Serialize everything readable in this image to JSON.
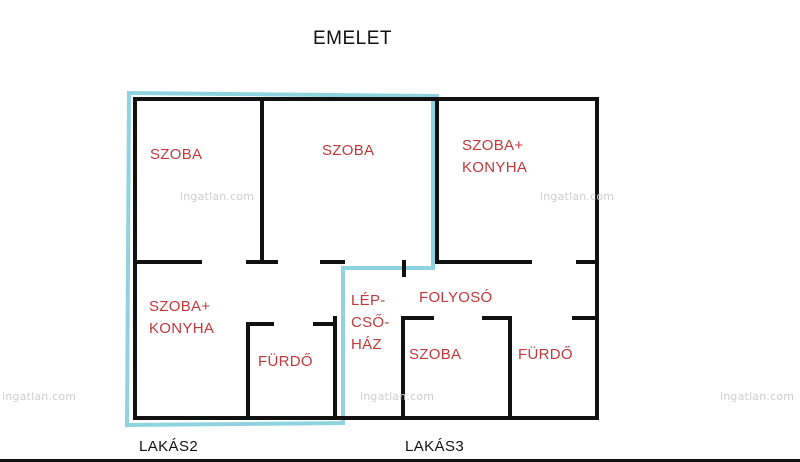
{
  "title": "EMELET",
  "rooms": {
    "szoba_top_left": "SZOBA",
    "szoba_top_mid": "SZOBA",
    "szoba_konyha_top_right_1": "SZOBA+",
    "szoba_konyha_top_right_2": "KONYHA",
    "szoba_konyha_left_1": "SZOBA+",
    "szoba_konyha_left_2": "KONYHA",
    "furdo_left": "FÜRDŐ",
    "lepcsohaz_1": "LÉP-",
    "lepcsohaz_2": "CSŐ-",
    "lepcsohaz_3": "HÁZ",
    "folyoso": "FOLYOSÓ",
    "szoba_bottom": "SZOBA",
    "furdo_right": "FÜRDŐ"
  },
  "units": {
    "lakas2": "LAKÁS2",
    "lakas3": "LAKÁS3"
  },
  "watermark": "ingatlan.com",
  "colors": {
    "wall": "#111111",
    "unit_outline": "#8fd3e0",
    "room_label": "#c0393b"
  }
}
